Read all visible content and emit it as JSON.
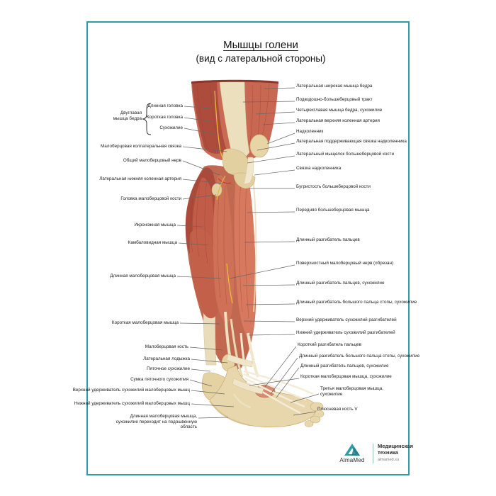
{
  "poster": {
    "title": "Мышцы голени",
    "subtitle": "(вид с латеральной стороны)"
  },
  "colors": {
    "frame_teal": "#2d9da6",
    "muscle_red": "#c0614c",
    "muscle_dark": "#ab4a3a",
    "bone_beige": "#e5d2a2",
    "tendon_cream": "#ece1c0",
    "nerve_yellow": "#e5b93e"
  },
  "left_group": {
    "label": "Двуглавая мышца бедра"
  },
  "left_labels": [
    "Длинная головка",
    "Короткая головка",
    "Сухожилие",
    "Малоберцовая коллатеральная связка",
    "Общий малоберцовый нерв",
    "Латеральная нижняя коленная артерия",
    "Головка малоберцовой кости",
    "Икроножная мышца",
    "Камбаловидная мышца",
    "Длинная малоберцовая мышца",
    "Короткая малоберцовая мышца",
    "Малоберцовая кость",
    "Латеральная лодыжка",
    "Пяточное сухожилие",
    "Сумка пяточного сухожилия",
    "Верхний удерживатель сухожилий малоберцовых мышц",
    "Нижний удерживатель сухожилий малоберцовых мышц",
    "Длинная малоберцовая мышца, сухожилие переходит на подошвенную область"
  ],
  "right_labels": [
    "Латеральная широкая мышца бедра",
    "Подвздошно-большеберцовый тракт",
    "Четырехглавая мышца бедра, сухожилие",
    "Латеральная верхняя коленная артерия",
    "Надколенник",
    "Латеральная поддерживающая связка надколенника",
    "Латеральный мыщелок большеберцовой кости",
    "Связка надколенника",
    "Бугристость большеберцовой кости",
    "Передняя большеберцовая мышца",
    "Длинный разгибатель пальцев",
    "Поверхностный малоберцовый нерв (обрезан)",
    "Длинный разгибатель пальцев, сухожилие",
    "Длинный разгибатель большого пальца стопы, сухожилие",
    "Верхний удерживатель сухожилий разгибателей",
    "Нижний удерживатель сухожилий разгибателей",
    "Короткий разгибатель пальцев",
    "Длинный разгибатель большого пальца стопы, сухожилие",
    "Длинный разгибатель пальцев, сухожилие",
    "Короткая малоберцовая мышца, сухожилие",
    "Третья малоберцовая мышца, сухожилие",
    "Плюсневая кость V"
  ],
  "logo": {
    "name": "AlmaMed",
    "line1": "Медицинская",
    "line2": "техника",
    "site": "almamed.su"
  }
}
